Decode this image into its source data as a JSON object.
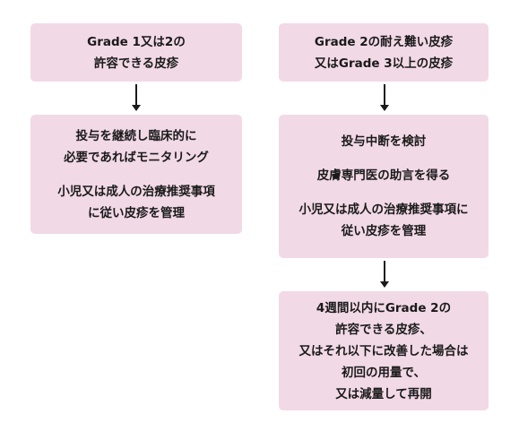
{
  "diagram": {
    "box_left_1": {
      "line1": "Grade 1又は2の",
      "line2": "許容できる皮疹"
    },
    "box_left_2": {
      "line1": "投与を継続し臨床的に",
      "line2": "必要であればモニタリング",
      "line3": "小児又は成人の治療推奨事項",
      "line4": "に従い皮疹を管理"
    },
    "box_right_1": {
      "line1": "Grade 2の耐え難い皮疹",
      "line2": "又はGrade 3以上の皮疹"
    },
    "box_right_2": {
      "line1": "投与中断を検討",
      "line2": "皮膚専門医の助言を得る",
      "line3": "小児又は成人の治療推奨事項に",
      "line4": "従い皮疹を管理"
    },
    "box_right_3": {
      "line1": "4週間以内にGrade 2の",
      "line2": "許容できる皮疹、",
      "line3": "又はそれ以下に改善した場合は",
      "line4": "初回の用量で、",
      "line5": "又は減量して再開"
    },
    "colors": {
      "box_fill": "#f2d9e6",
      "arrow": "#1a1a1a",
      "text": "#1a1a1a"
    }
  }
}
